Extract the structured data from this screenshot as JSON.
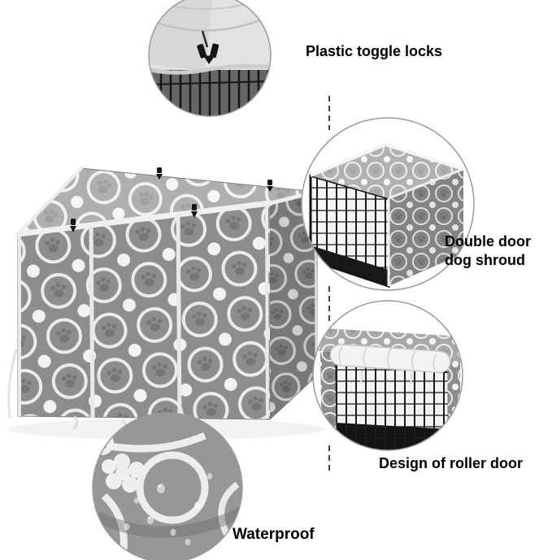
{
  "page": {
    "background": "#ffffff"
  },
  "annotations": {
    "toggle_locks": {
      "label": "Plastic toggle locks"
    },
    "double_door": {
      "line1": "Double door",
      "line2": "dog shroud"
    },
    "roller_door": {
      "label": "Design of roller door"
    },
    "waterproof": {
      "label": "Waterproof"
    }
  },
  "colors": {
    "fabric_gray": "#8d8d8d",
    "pattern_white": "#eeeeee",
    "paw_gray": "#767676",
    "wire_black": "#1b1b1b",
    "label_text": "#000000",
    "connector_dash": "#444444",
    "circle_border": "#9a9a9a"
  }
}
